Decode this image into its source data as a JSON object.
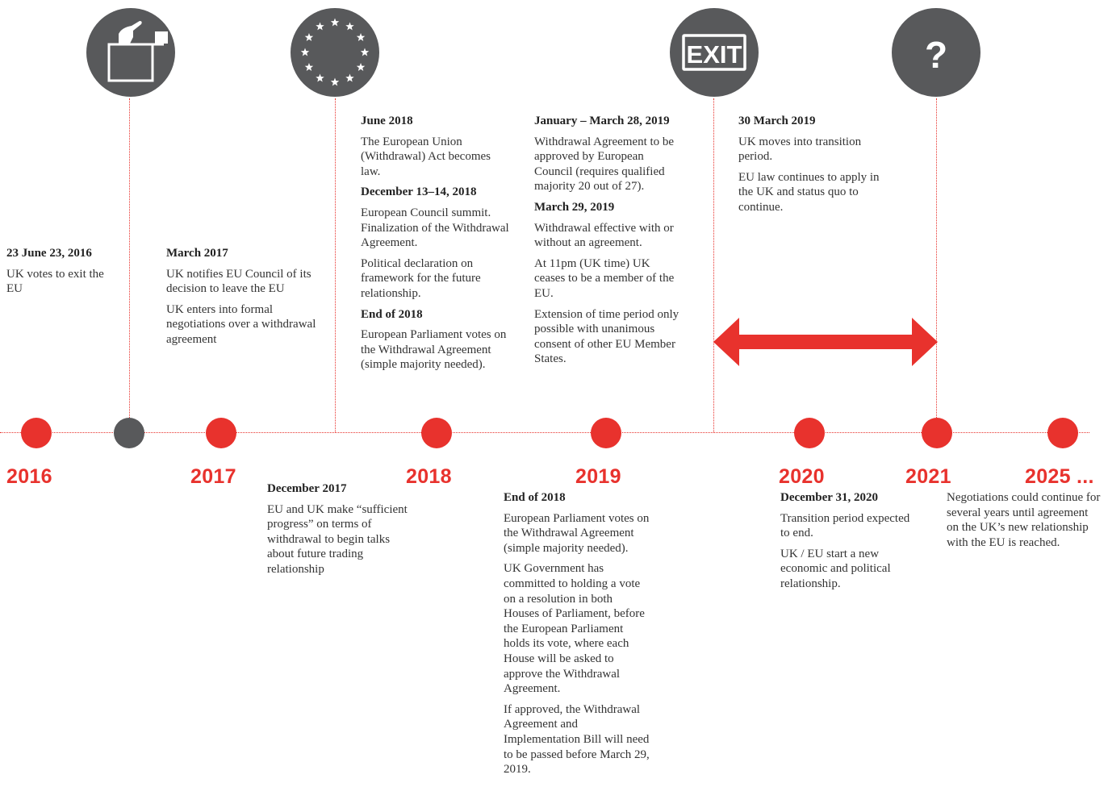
{
  "colors": {
    "accent": "#e8322d",
    "icon_bg": "#58595b",
    "text": "#333333"
  },
  "icons": {
    "ballot": "ballot-box-icon",
    "eu": "eu-stars-icon",
    "exit": {
      "name": "exit-sign-icon",
      "label": "EXIT"
    },
    "unknown": {
      "name": "question-mark-icon",
      "label": "?"
    }
  },
  "years": [
    "2016",
    "2017",
    "2018",
    "2019",
    "2020",
    "2021",
    "2025 ..."
  ],
  "events": {
    "referendum": {
      "heading": "23 June 23, 2016",
      "lines": [
        "UK votes to exit the EU"
      ]
    },
    "notice": {
      "heading": "March 2017",
      "lines": [
        "UK notifies EU Council of its decision to leave the EU",
        "UK enters into formal negotiations over a withdrawal agreement"
      ]
    },
    "dec2017": {
      "heading": "December 2017",
      "lines": [
        "EU and UK make “sufficient progress” on terms of withdrawal to begin talks about future trading relationship"
      ]
    },
    "y2018": [
      {
        "heading": "June 2018",
        "lines": [
          "The European Union (Withdrawal) Act becomes law."
        ]
      },
      {
        "heading": "December 13–14, 2018",
        "lines": [
          "European Council summit. Finalization of the Withdrawal Agreement.",
          "Political declaration on framework for the future relationship."
        ]
      },
      {
        "heading": "End of 2018",
        "lines": [
          "European Parliament votes on the Withdrawal Agreement (simple majority needed)."
        ]
      }
    ],
    "y2019": [
      {
        "heading": "January – March 28, 2019",
        "lines": [
          "Withdrawal Agreement to be approved by European Council (requires qualified majority 20 out of 27)."
        ]
      },
      {
        "heading": "March 29, 2019",
        "lines": [
          "Withdrawal effective with or without an agreement.",
          "At 11pm (UK time) UK ceases to be a member of the EU.",
          "Extension of time period only possible with unanimous consent of other EU Member States."
        ]
      }
    ],
    "transition": {
      "heading": "30 March 2019",
      "lines": [
        "UK moves into transition period.",
        "EU law continues to apply in the UK and status quo to continue."
      ]
    },
    "end2018_lower": {
      "heading": "End of 2018",
      "lines": [
        "European Parliament votes on the Withdrawal Agreement (simple majority needed).",
        "UK Government has committed to holding a vote on a resolution in both Houses of Parliament, before the European Parliament holds its vote, where each House will be asked to approve the Withdrawal Agreement.",
        "If approved, the Withdrawal Agreement and Implementation Bill will need to be passed before March 29, 2019."
      ]
    },
    "dec2020": {
      "heading": "December 31, 2020",
      "lines": [
        "Transition period expected to end.",
        "UK / EU start a new economic and political relationship."
      ]
    },
    "future": {
      "heading": "",
      "lines": [
        "Negotiations could continue for several years until agreement on the UK’s new relationship with the EU is reached."
      ]
    }
  }
}
